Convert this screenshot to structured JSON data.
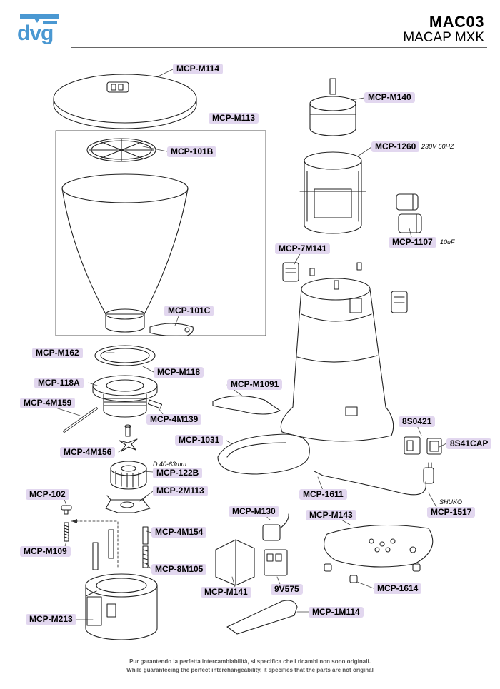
{
  "header": {
    "code": "MAC03",
    "model": "MACAP MXK"
  },
  "logo": {
    "text": "dvg",
    "color": "#4a98d2"
  },
  "accent": "#e2d7ef",
  "parts": {
    "mcp_m114": "MCP-M114",
    "mcp_m113": "MCP-M113",
    "mcp_101b": "MCP-101B",
    "mcp_101c": "MCP-101C",
    "mcp_m162": "MCP-M162",
    "mcp_m118": "MCP-M118",
    "mcp_118a": "MCP-118A",
    "mcp_4m159": "MCP-4M159",
    "mcp_4m139": "MCP-4M139",
    "mcp_4m156": "MCP-4M156",
    "mcp_122b": "MCP-122B",
    "mcp_2m113": "MCP-2M113",
    "mcp_102": "MCP-102",
    "mcp_m109": "MCP-M109",
    "mcp_4m154": "MCP-4M154",
    "mcp_8m105": "MCP-8M105",
    "mcp_m213": "MCP-M213",
    "mcp_m140": "MCP-M140",
    "mcp_1260": "MCP-1260",
    "mcp_1107": "MCP-1107",
    "mcp_7m141": "MCP-7M141",
    "mcp_m1091": "MCP-M1091",
    "mcp_1031": "MCP-1031",
    "s8_0421": "8S0421",
    "s8_41cap": "8S41CAP",
    "mcp_1611": "MCP-1611",
    "mcp_1517": "MCP-1517",
    "mcp_m130": "MCP-M130",
    "mcp_m143": "MCP-M143",
    "mcp_m141": "MCP-M141",
    "v9_575": "9V575",
    "mcp_1614": "MCP-1614",
    "mcp_1m114": "MCP-1M114"
  },
  "notes": {
    "voltage": "230V 50HZ",
    "capacitance": "10uF",
    "diameter": "D.40-63mm",
    "plug": "SHUKO"
  },
  "footer": {
    "italian": "Pur garantendo la perfetta intercambiabilità, si specifica che i ricambi non sono originali.",
    "english": "While guaranteeing the perfect interchangeability, it specifies that the parts are not original"
  }
}
